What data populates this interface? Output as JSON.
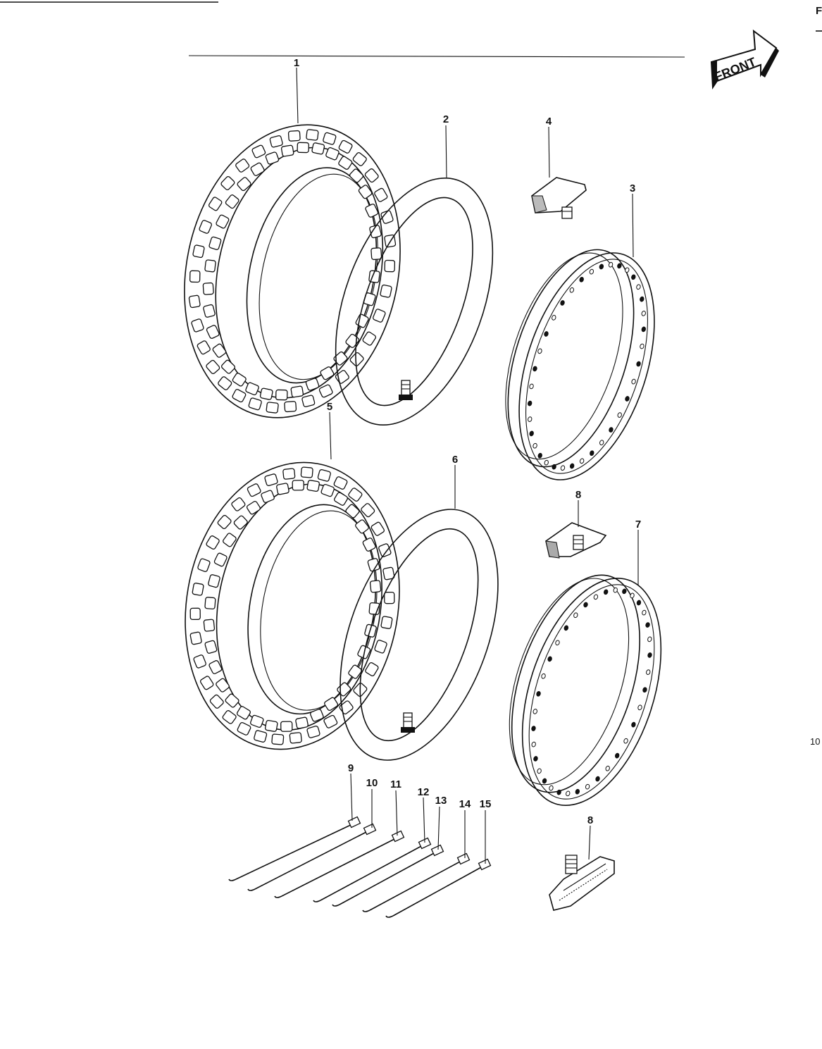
{
  "diagram": {
    "badge_text": "FRONT",
    "edge_letter": "F",
    "page_number": "10",
    "callouts": [
      "1",
      "2",
      "3",
      "4",
      "5",
      "6",
      "7",
      "8",
      "8",
      "9",
      "10",
      "11",
      "12",
      "13",
      "14",
      "15"
    ]
  }
}
